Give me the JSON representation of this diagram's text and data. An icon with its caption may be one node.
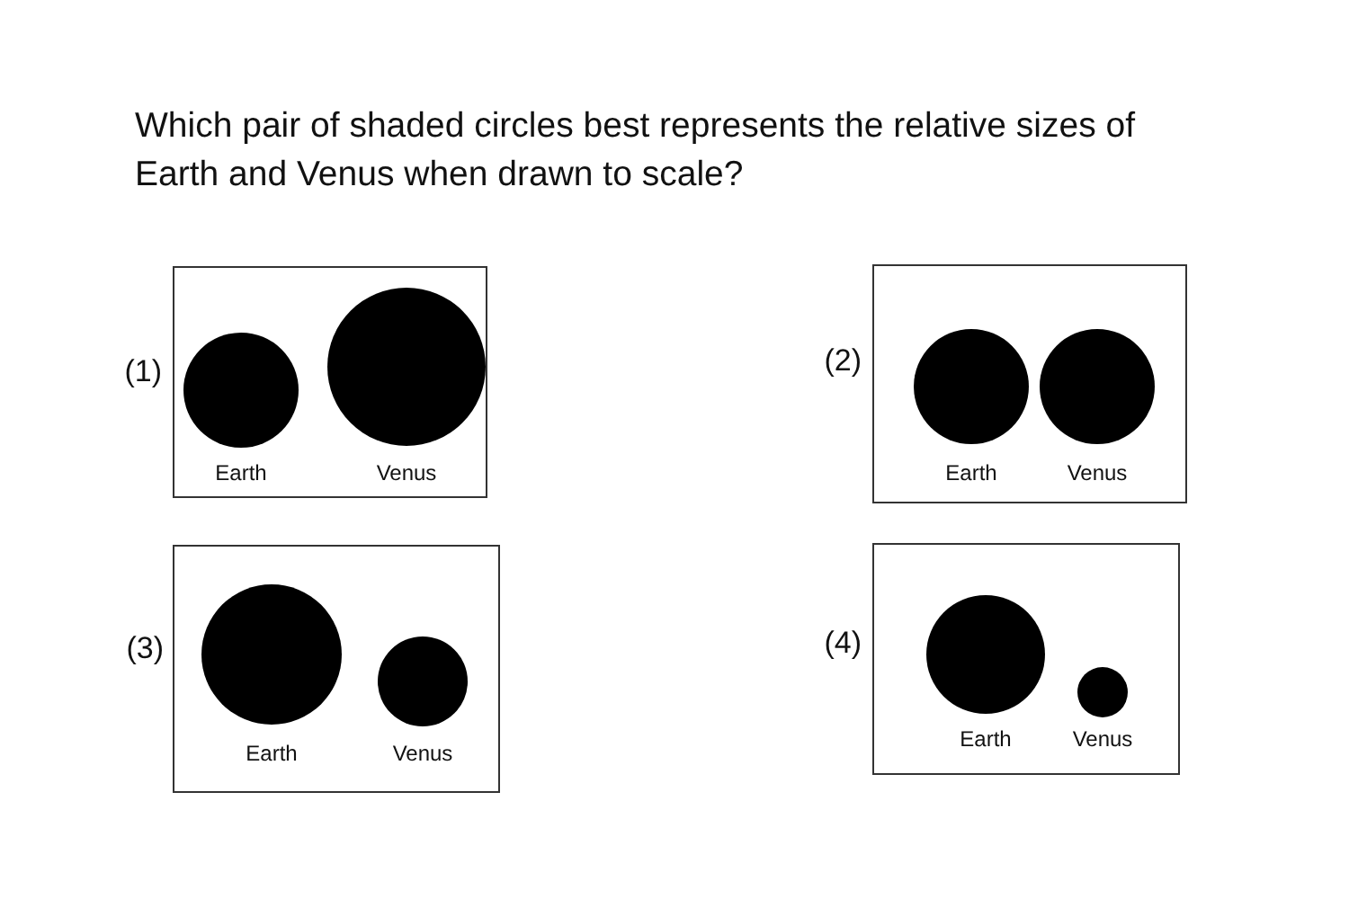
{
  "diagram": {
    "title": "Which pair of shaded circles best represents the relative sizes of Earth and Venus when drawn to scale?",
    "nodes": [
      {
        "text": [],
        "shape": "box",
        "beside": [
          "(1)"
        ]
      },
      {
        "text": [],
        "shape": "circle",
        "in": 0,
        "beside": [
          "Earth"
        ]
      },
      {
        "text": [],
        "shape": "circle",
        "in": 0,
        "beside": [
          "Venus"
        ]
      },
      {
        "text": [],
        "shape": "box",
        "beside": [
          "(2)"
        ]
      },
      {
        "text": [],
        "shape": "circle",
        "in": 3,
        "beside": [
          "Earth"
        ]
      },
      {
        "text": [],
        "shape": "circle",
        "in": 3,
        "beside": [
          "Venus"
        ]
      },
      {
        "text": [],
        "shape": "box",
        "beside": [
          "(3)"
        ]
      },
      {
        "text": [],
        "shape": "circle",
        "in": 6,
        "beside": [
          "Earth"
        ]
      },
      {
        "text": [],
        "shape": "circle",
        "in": 6,
        "beside": [
          "Venus"
        ]
      },
      {
        "text": [],
        "shape": "box",
        "beside": [
          "(4)"
        ]
      },
      {
        "text": [],
        "shape": "circle",
        "in": 9,
        "beside": [
          "Earth"
        ]
      },
      {
        "text": [],
        "shape": "circle",
        "in": 9,
        "beside": [
          "Venus"
        ]
      }
    ]
  }
}
